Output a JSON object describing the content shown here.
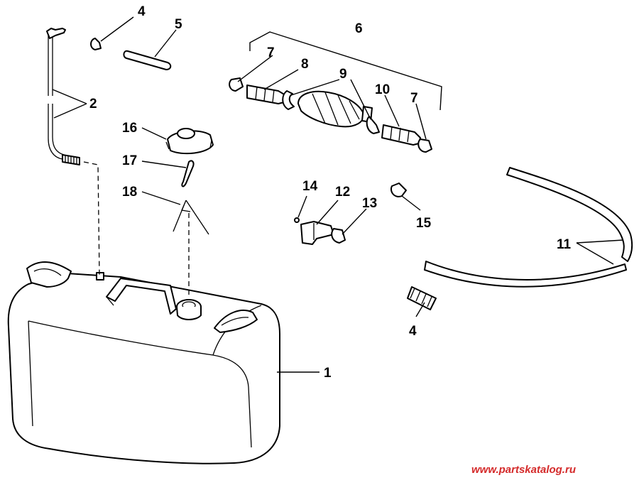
{
  "diagram": {
    "callouts": [
      {
        "id": "c4a",
        "label": "4"
      },
      {
        "id": "c5",
        "label": "5"
      },
      {
        "id": "c6",
        "label": "6"
      },
      {
        "id": "c7a",
        "label": "7"
      },
      {
        "id": "c8",
        "label": "8"
      },
      {
        "id": "c9",
        "label": "9"
      },
      {
        "id": "c10",
        "label": "10"
      },
      {
        "id": "c7b",
        "label": "7"
      },
      {
        "id": "c2",
        "label": "2"
      },
      {
        "id": "c16",
        "label": "16"
      },
      {
        "id": "c17",
        "label": "17"
      },
      {
        "id": "c18",
        "label": "18"
      },
      {
        "id": "c14",
        "label": "14"
      },
      {
        "id": "c12",
        "label": "12"
      },
      {
        "id": "c13",
        "label": "13"
      },
      {
        "id": "c15",
        "label": "15"
      },
      {
        "id": "c11",
        "label": "11"
      },
      {
        "id": "c4b",
        "label": "4"
      },
      {
        "id": "c1",
        "label": "1"
      }
    ],
    "watermark": "www.partskatalog.ru"
  }
}
